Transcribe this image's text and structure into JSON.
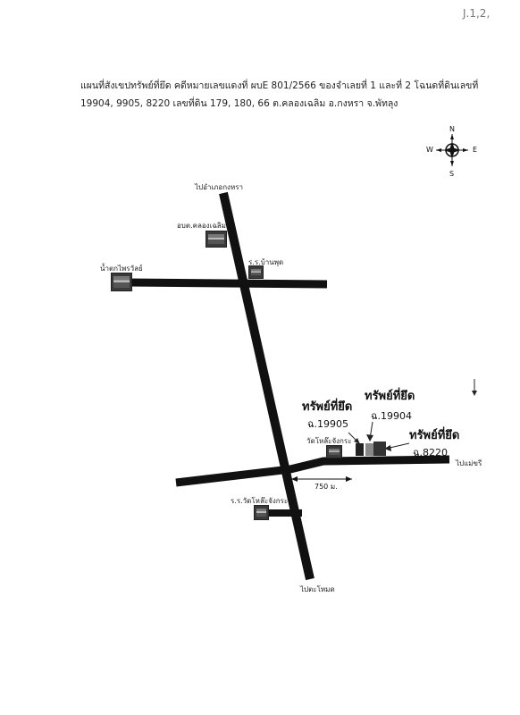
{
  "page_mark": "J.1,2,",
  "title": {
    "line1": "แผนที่สังเขปทรัพย์ที่ยึด คดีหมายเลขแดงที่ ผบE 801/2566 ของจำเลยที่ 1 และที่ 2 โฉนดที่ดินเลขที่",
    "line2": "19904, 9905, 8220  เลขที่ดิน 179, 180, 66  ต.คลองเฉลิม  อ.กงหรา  จ.พัทลุง"
  },
  "compass": {
    "n": "N",
    "s": "S",
    "e": "E",
    "w": "W"
  },
  "places": {
    "to_kongra": "ไปอำเภอกงหรา",
    "obt": "อบต.คลองเฉลิม",
    "school_banphut": "ร.ร.บ้านพุด",
    "waterfall": "น้ำตกไพรวัลย์",
    "wat_school": "วัดโหล๊ะจังกระ",
    "school_wat": "ร.ร.วัดโหล๊ะจังกระ",
    "to_tamot": "ไปตะโหมด",
    "to_maekhri": "ไปแม่ขรี"
  },
  "properties": {
    "seized_1": "ทรัพย์ที่ยึด",
    "deed_1": "ฉ.19905",
    "seized_2": "ทรัพย์ที่ยึด",
    "deed_2": "ฉ.19904",
    "seized_3": "ทรัพย์ที่ยึด",
    "deed_3": "ฉ.8220"
  },
  "distance": "750 ม.",
  "colors": {
    "road": "#111111",
    "paper": "#ffffff"
  }
}
